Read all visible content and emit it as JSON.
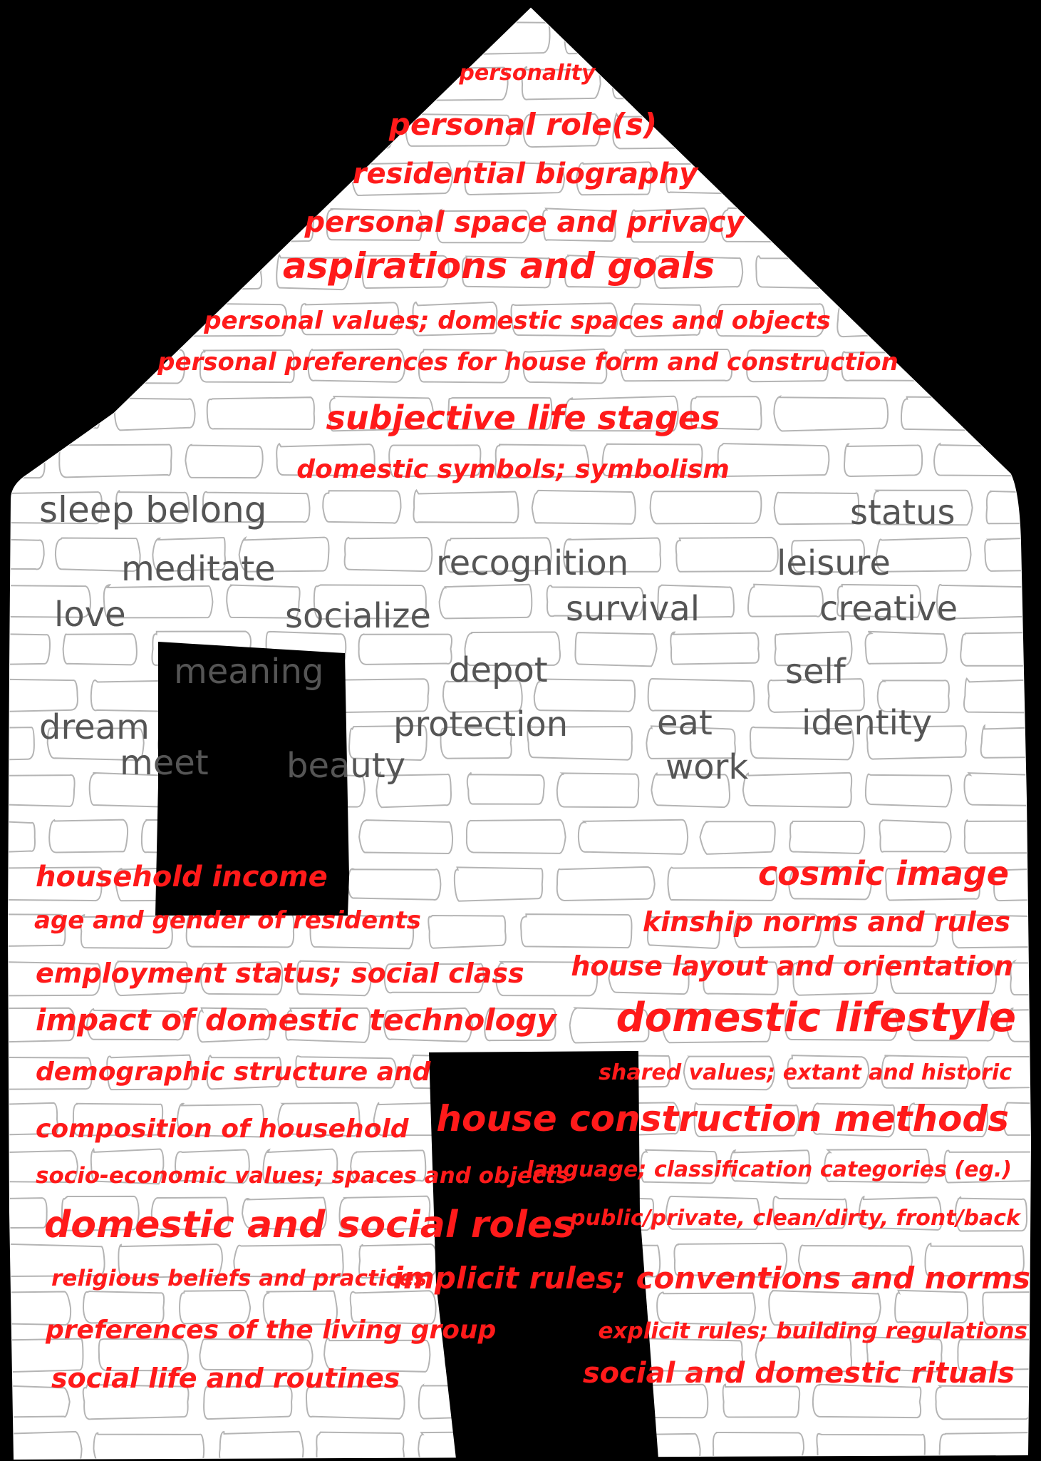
{
  "colors": {
    "background": "#000000",
    "house_fill": "#ffffff",
    "brick_stroke": "#b4b4b4",
    "openings": "#000000",
    "red_text": "#ff1a1a",
    "grey_text": "#555555"
  },
  "roof_words": [
    "personality",
    "personal role(s)",
    "residential  biography",
    "personal space and privacy",
    "aspirations and goals",
    "personal values; domestic spaces and objects",
    "personal preferences for house form and construction",
    "subjective life stages",
    "domestic symbols; symbolism"
  ],
  "needs_words": [
    "sleep belong",
    "status",
    "meditate",
    "recognition",
    "leisure",
    "love",
    "socialize",
    "survival",
    "creative",
    "meaning",
    "depot",
    "self",
    "dream",
    "protection",
    "eat",
    "identity",
    "meet",
    "beauty",
    "work"
  ],
  "left_words": [
    "household income",
    "age and gender of residents",
    "employment status; social class",
    "impact of domestic technology",
    "demographic structure and",
    "composition of household",
    "socio-economic values; spaces and objects",
    "domestic and social roles",
    "religious beliefs and practices",
    "preferences of the living group",
    "social life and routines"
  ],
  "right_words": [
    "cosmic image",
    "kinship norms and rules",
    "house layout and orientation",
    "domestic lifestyle",
    "shared values; extant and historic",
    "house construction methods",
    "language; classification categories (eg.)",
    "public/private, clean/dirty, front/back",
    "implicit rules; conventions and norms",
    "explicit rules; building regulations",
    "social and domestic rituals"
  ]
}
